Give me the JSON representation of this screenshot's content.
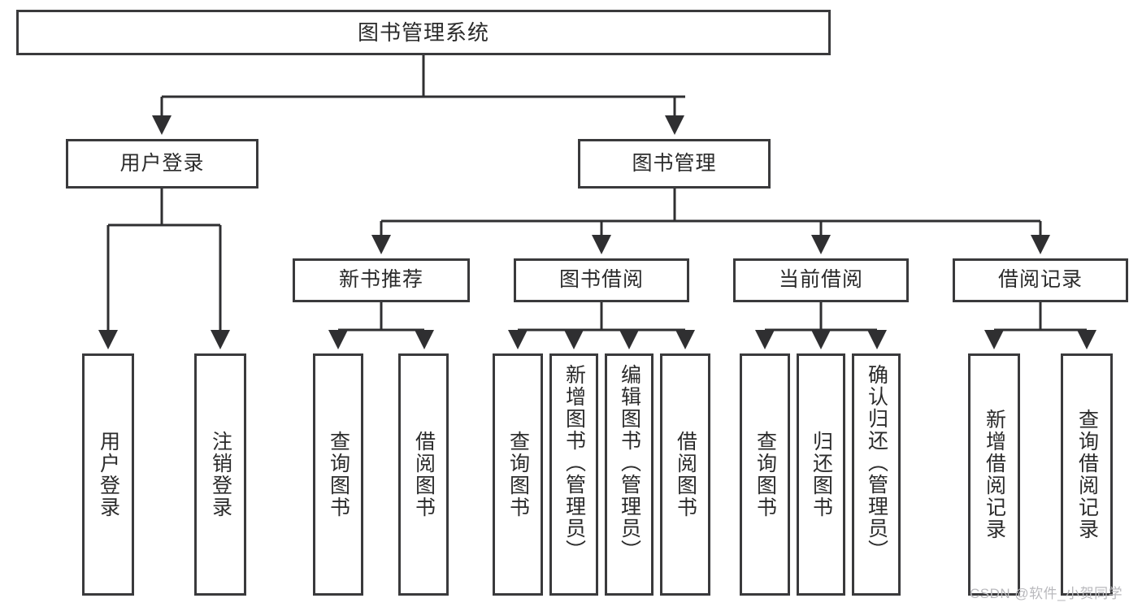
{
  "diagram": {
    "title": "图书管理系统",
    "type": "hierarchy-tree",
    "root": {
      "label": "图书管理系统"
    },
    "level2": [
      {
        "id": "user-login",
        "label": "用户登录"
      },
      {
        "id": "book-manage",
        "label": "图书管理"
      }
    ],
    "level3": [
      {
        "id": "new-book-rec",
        "label": "新书推荐",
        "parent": "book-manage"
      },
      {
        "id": "book-borrow",
        "label": "图书借阅",
        "parent": "book-manage"
      },
      {
        "id": "current-borrow",
        "label": "当前借阅",
        "parent": "book-manage"
      },
      {
        "id": "borrow-record",
        "label": "借阅记录",
        "parent": "book-manage"
      }
    ],
    "leaves": [
      {
        "id": "leaf-user-login",
        "label": "用户登录",
        "parent": "user-login"
      },
      {
        "id": "leaf-logout",
        "label": "注销登录",
        "parent": "user-login"
      },
      {
        "id": "leaf-query-book-1",
        "label": "查询图书",
        "parent": "new-book-rec"
      },
      {
        "id": "leaf-borrow-book-1",
        "label": "借阅图书",
        "parent": "new-book-rec"
      },
      {
        "id": "leaf-query-book-2",
        "label": "查询图书",
        "parent": "book-borrow"
      },
      {
        "id": "leaf-add-book",
        "label": "新增图书（管理员）",
        "parent": "book-borrow"
      },
      {
        "id": "leaf-edit-book",
        "label": "编辑图书（管理员）",
        "parent": "book-borrow"
      },
      {
        "id": "leaf-borrow-book-2",
        "label": "借阅图书",
        "parent": "book-borrow"
      },
      {
        "id": "leaf-query-book-3",
        "label": "查询图书",
        "parent": "current-borrow"
      },
      {
        "id": "leaf-return-book",
        "label": "归还图书",
        "parent": "current-borrow"
      },
      {
        "id": "leaf-confirm-return",
        "label": "确认归还（管理员）",
        "parent": "current-borrow"
      },
      {
        "id": "leaf-add-record",
        "label": "新增借阅记录",
        "parent": "borrow-record"
      },
      {
        "id": "leaf-query-record",
        "label": "查询借阅记录",
        "parent": "borrow-record"
      }
    ],
    "watermark": "CSDN @软件_小贺同学",
    "colors": {
      "box_border": "#3a3a3c",
      "box_fill": "#ffffff",
      "text": "#2b2b2b",
      "edge": "#2f2f31",
      "watermark": "#b9b9bd",
      "background": "#ffffff"
    }
  }
}
